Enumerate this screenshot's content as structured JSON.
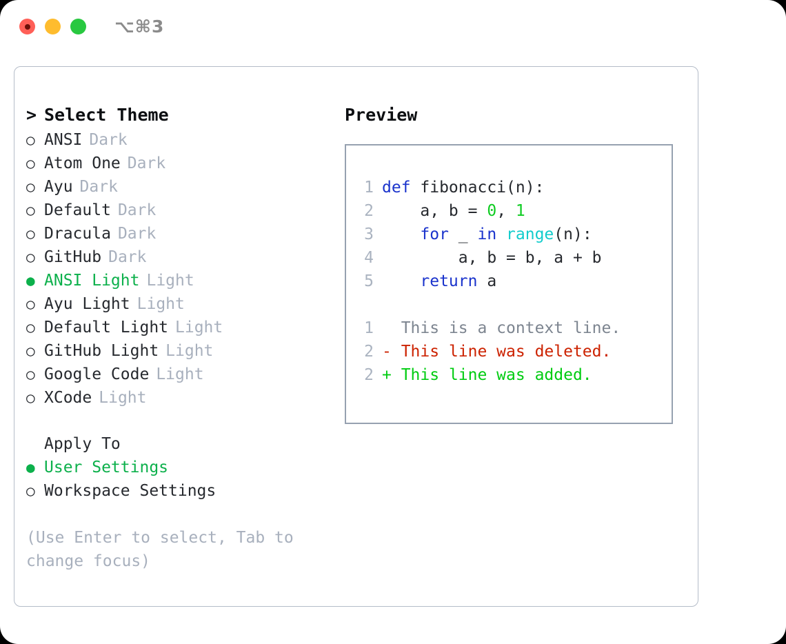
{
  "window": {
    "shortcut_label": "⌥⌘3",
    "traffic_lights": [
      {
        "name": "close",
        "color": "#ff5f57"
      },
      {
        "name": "minimize",
        "color": "#febc2e"
      },
      {
        "name": "zoom",
        "color": "#28c840"
      }
    ]
  },
  "theme_picker": {
    "header": "Select Theme",
    "caret": ">",
    "bullet_selected": "●",
    "bullet_unselected": "○",
    "accent_color": "#0cb04b",
    "items": [
      {
        "name": "ANSI",
        "mode": "Dark",
        "selected": false
      },
      {
        "name": "Atom One",
        "mode": "Dark",
        "selected": false
      },
      {
        "name": "Ayu",
        "mode": "Dark",
        "selected": false
      },
      {
        "name": "Default",
        "mode": "Dark",
        "selected": false
      },
      {
        "name": "Dracula",
        "mode": "Dark",
        "selected": false
      },
      {
        "name": "GitHub",
        "mode": "Dark",
        "selected": false
      },
      {
        "name": "ANSI Light",
        "mode": "Light",
        "selected": true
      },
      {
        "name": "Ayu Light",
        "mode": "Light",
        "selected": false
      },
      {
        "name": "Default Light",
        "mode": "Light",
        "selected": false
      },
      {
        "name": "GitHub Light",
        "mode": "Light",
        "selected": false
      },
      {
        "name": "Google Code",
        "mode": "Light",
        "selected": false
      },
      {
        "name": "XCode",
        "mode": "Light",
        "selected": false
      }
    ]
  },
  "apply_to": {
    "header": "Apply To",
    "options": [
      {
        "label": "User Settings",
        "selected": true
      },
      {
        "label": "Workspace Settings",
        "selected": false
      }
    ]
  },
  "hint": {
    "text": "(Use Enter to select, Tab to change focus)"
  },
  "preview": {
    "title": "Preview",
    "code": [
      {
        "line_number": "1",
        "tokens": [
          {
            "text": "def ",
            "kind": "kw"
          },
          {
            "text": "fibonacci(n):",
            "kind": "txt"
          }
        ]
      },
      {
        "line_number": "2",
        "tokens": [
          {
            "text": "    a, b = ",
            "kind": "txt"
          },
          {
            "text": "0",
            "kind": "num"
          },
          {
            "text": ", ",
            "kind": "txt"
          },
          {
            "text": "1",
            "kind": "num"
          }
        ]
      },
      {
        "line_number": "3",
        "tokens": [
          {
            "text": "    ",
            "kind": "txt"
          },
          {
            "text": "for",
            "kind": "kw"
          },
          {
            "text": " _ ",
            "kind": "txt"
          },
          {
            "text": "in",
            "kind": "kw"
          },
          {
            "text": " ",
            "kind": "txt"
          },
          {
            "text": "range",
            "kind": "fn"
          },
          {
            "text": "(n):",
            "kind": "txt"
          }
        ]
      },
      {
        "line_number": "4",
        "tokens": [
          {
            "text": "        a, b = b, a + b",
            "kind": "txt"
          }
        ]
      },
      {
        "line_number": "5",
        "tokens": [
          {
            "text": "    ",
            "kind": "txt"
          },
          {
            "text": "return",
            "kind": "kw"
          },
          {
            "text": " a",
            "kind": "txt"
          }
        ]
      }
    ],
    "diff": [
      {
        "line_number": "1",
        "marker": " ",
        "text": "This is a context line.",
        "kind": "ctx"
      },
      {
        "line_number": "2",
        "marker": "-",
        "text": "This line was deleted.",
        "kind": "del"
      },
      {
        "line_number": "2",
        "marker": "+",
        "text": "This line was added.",
        "kind": "add"
      }
    ]
  }
}
